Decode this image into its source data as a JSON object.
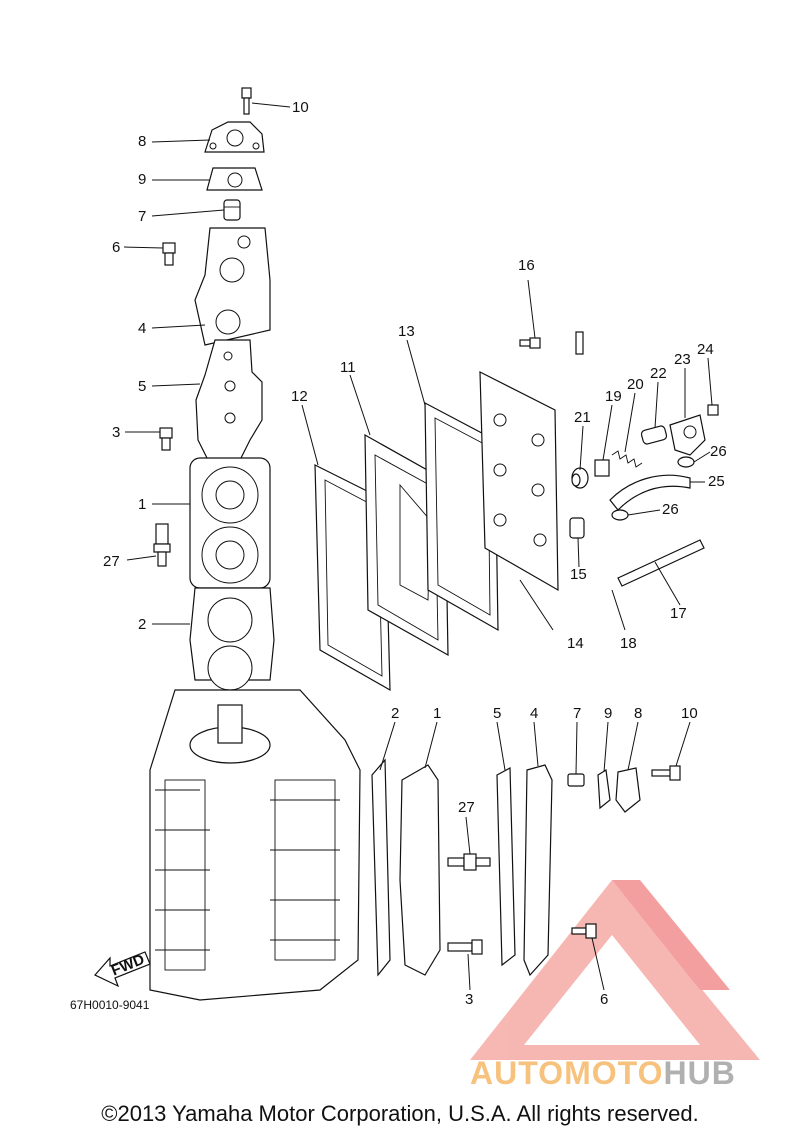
{
  "callouts_left": [
    "10",
    "8",
    "9",
    "7",
    "6",
    "4",
    "5",
    "3",
    "1",
    "27",
    "2"
  ],
  "callouts_right": [
    "16",
    "13",
    "11",
    "12",
    "21",
    "19",
    "20",
    "22",
    "23",
    "24",
    "26",
    "25",
    "26",
    "15",
    "17",
    "14",
    "18"
  ],
  "callouts_bottom": [
    "2",
    "1",
    "5",
    "4",
    "7",
    "9",
    "8",
    "10",
    "27",
    "3",
    "6"
  ],
  "fwd_label": "FWD",
  "part_code": "67H0010-9041",
  "copyright": "©2013 Yamaha Motor Corporation, U.S.A. All rights reserved.",
  "watermark": {
    "brand_a": "AUTOMOTO",
    "brand_b": "HUB",
    "color_a": "#f7c27d",
    "color_b": "#b0b0b0",
    "logo_color": "#f08080"
  }
}
